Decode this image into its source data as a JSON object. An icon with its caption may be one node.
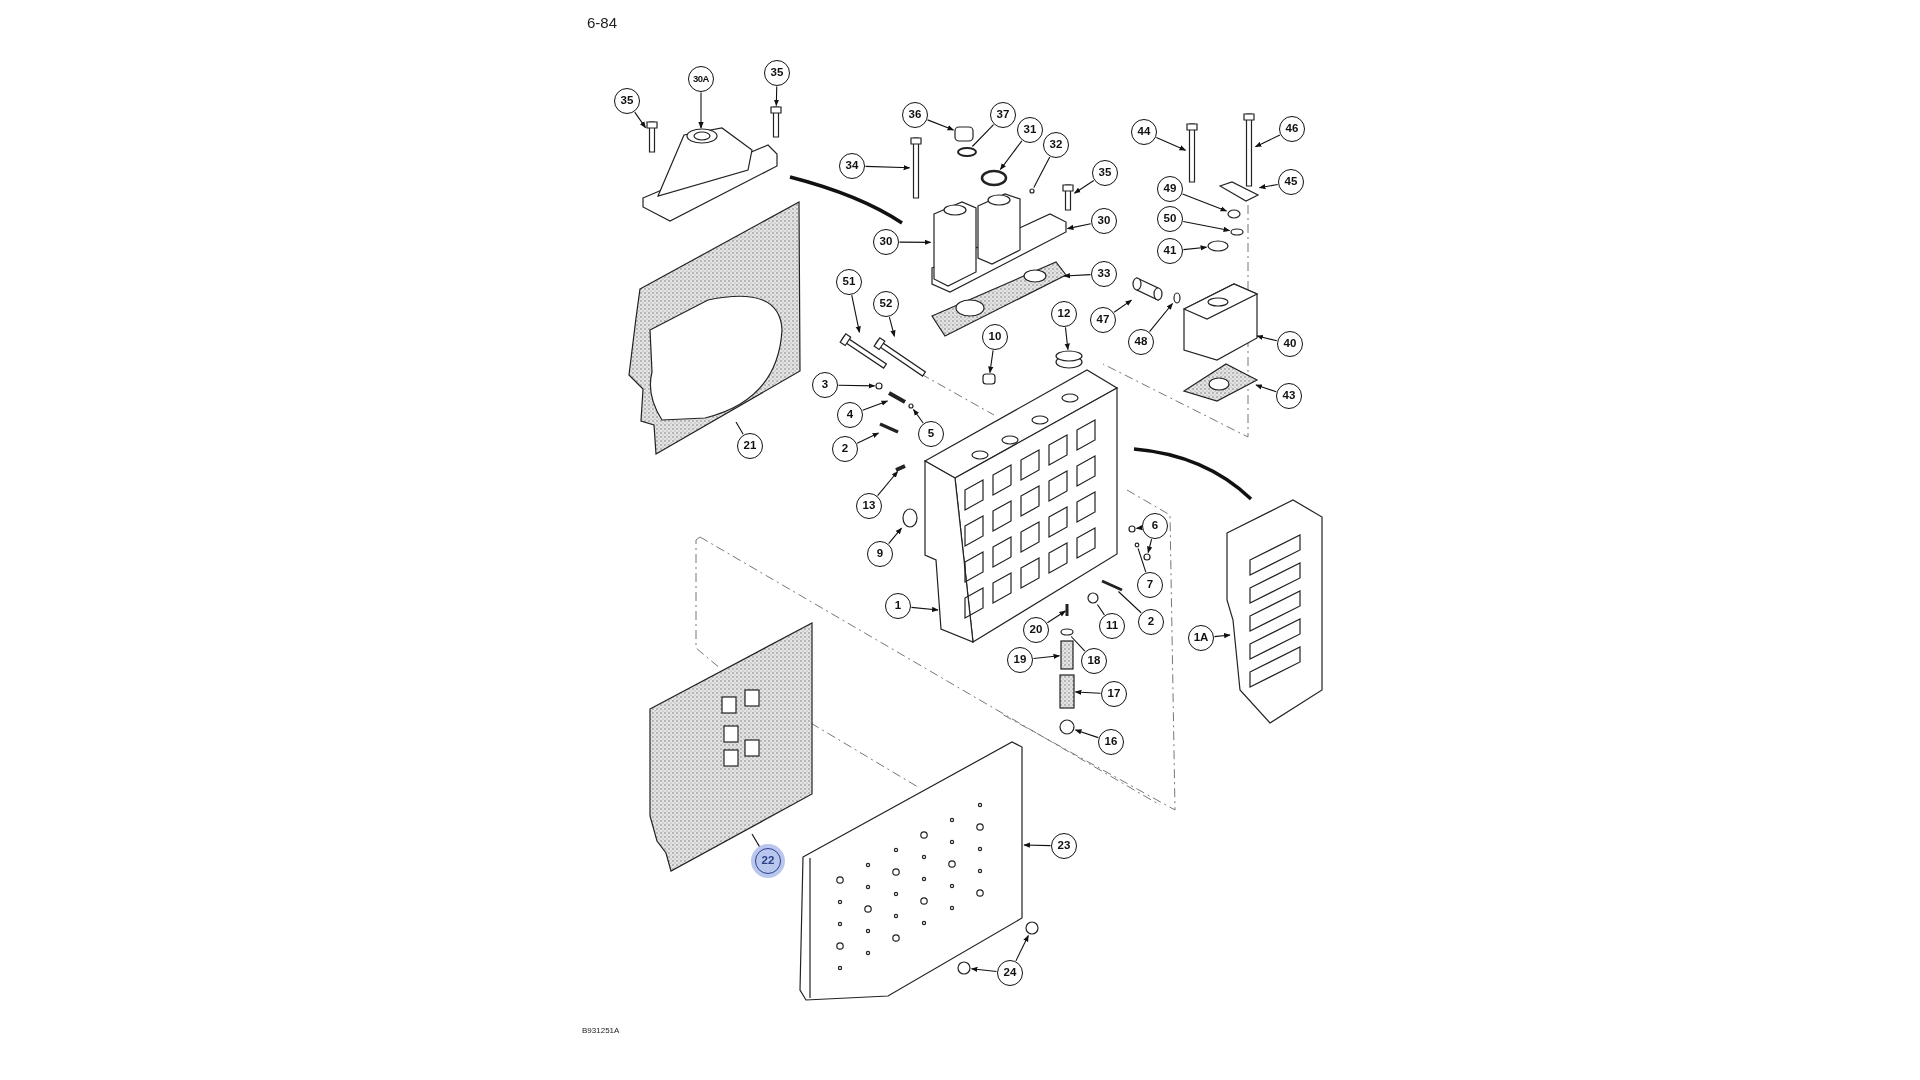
{
  "diagram": {
    "nodes": [
      {
        "text": [
          "35"
        ]
      },
      {
        "text": [
          "30A"
        ]
      },
      {
        "text": [
          "35"
        ]
      },
      {
        "text": [
          "36"
        ]
      },
      {
        "text": [
          "37"
        ]
      },
      {
        "text": [
          "46"
        ]
      },
      {
        "text": [
          "31"
        ]
      },
      {
        "text": [
          "44"
        ]
      },
      {
        "text": [
          "32"
        ]
      },
      {
        "text": [
          "34"
        ]
      },
      {
        "text": [
          "35"
        ]
      },
      {
        "text": [
          "45"
        ]
      },
      {
        "text": [
          "49"
        ]
      },
      {
        "text": [
          "50"
        ]
      },
      {
        "text": [
          "30"
        ]
      },
      {
        "text": [
          "30"
        ]
      },
      {
        "text": [
          "41"
        ]
      },
      {
        "text": [
          "33"
        ]
      },
      {
        "text": [
          "51"
        ]
      },
      {
        "text": [
          "52"
        ]
      },
      {
        "text": [
          "12"
        ]
      },
      {
        "text": [
          "47"
        ]
      },
      {
        "text": [
          "10"
        ]
      },
      {
        "text": [
          "48"
        ]
      },
      {
        "text": [
          "40"
        ]
      },
      {
        "text": [
          "3"
        ]
      },
      {
        "text": [
          "43"
        ]
      },
      {
        "text": [
          "4"
        ]
      },
      {
        "text": [
          "5"
        ]
      },
      {
        "text": [
          "21"
        ]
      },
      {
        "text": [
          "2"
        ]
      },
      {
        "text": [
          "13"
        ]
      },
      {
        "text": [
          "6"
        ]
      },
      {
        "text": [
          "9"
        ]
      },
      {
        "text": [
          "7"
        ]
      },
      {
        "text": [
          "1"
        ]
      },
      {
        "text": [
          "2"
        ]
      },
      {
        "text": [
          "11"
        ]
      },
      {
        "text": [
          "20"
        ]
      },
      {
        "text": [
          "1A"
        ]
      },
      {
        "text": [
          "19"
        ]
      },
      {
        "text": [
          "18"
        ]
      },
      {
        "text": [
          "17"
        ]
      },
      {
        "text": [
          "16"
        ]
      },
      {
        "text": [
          "23"
        ]
      },
      {
        "text": [
          "22"
        ]
      },
      {
        "text": [
          "24"
        ]
      },
      {
        "text": [],
        "shape": "bar"
      },
      {
        "text": [],
        "shape": "picture"
      },
      {
        "text": [],
        "shape": "bar"
      },
      {
        "text": [],
        "shape": "bar"
      },
      {
        "text": [],
        "shape": "bar"
      },
      {
        "text": [],
        "shape": "box"
      },
      {
        "text": [],
        "shape": "bar"
      },
      {
        "text": [],
        "shape": "circle"
      },
      {
        "text": [],
        "shape": "bar"
      },
      {
        "text": [],
        "shape": "circle"
      },
      {
        "text": [],
        "shape": "bar"
      },
      {
        "text": [],
        "shape": "circle"
      },
      {
        "text": [],
        "shape": "circle"
      },
      {
        "text": [],
        "shape": "picture"
      },
      {
        "text": [],
        "shape": "picture"
      },
      {
        "text": [],
        "shape": "circle"
      },
      {
        "text": [],
        "shape": "circle"
      },
      {
        "text": [],
        "shape": "picture"
      },
      {
        "text": [],
        "shape": "cylinder"
      },
      {
        "text": [],
        "shape": "circle"
      },
      {
        "text": [],
        "shape": "picture"
      },
      {
        "text": [],
        "shape": "bar"
      },
      {
        "text": [],
        "shape": "bar"
      },
      {
        "text": [],
        "shape": "cylinder"
      },
      {
        "text": [],
        "shape": "box"
      },
      {
        "text": [],
        "shape": "circle"
      },
      {
        "text": [],
        "shape": "bar"
      },
      {
        "text": [],
        "shape": "circle"
      },
      {
        "text": [],
        "shape": "picture"
      },
      {
        "text": [],
        "shape": "bar"
      },
      {
        "text": [],
        "shape": "picture"
      },
      {
        "text": [],
        "shape": "bar"
      },
      {
        "text": [],
        "shape": "circle"
      },
      {
        "text": [],
        "shape": "circle"
      },
      {
        "text": [],
        "shape": "circle"
      },
      {
        "text": [],
        "shape": "circle"
      },
      {
        "text": [],
        "shape": "bar"
      },
      {
        "text": [],
        "shape": "circle"
      },
      {
        "text": [],
        "shape": "picture"
      },
      {
        "text": [],
        "shape": "bar"
      },
      {
        "text": [],
        "shape": "circle"
      },
      {
        "text": [],
        "shape": "box"
      },
      {
        "text": [],
        "shape": "box"
      },
      {
        "text": [],
        "shape": "circle"
      },
      {
        "text": [],
        "shape": "picture"
      },
      {
        "text": [],
        "shape": "picture"
      },
      {
        "text": [],
        "shape": "circle"
      },
      {
        "text": [],
        "shape": "circle"
      }
    ],
    "edges": [
      {
        "from": 0,
        "to": 47,
        "arrow": "to"
      },
      {
        "from": 1,
        "to": 48,
        "arrow": "to"
      },
      {
        "from": 2,
        "to": 49,
        "arrow": "to"
      },
      {
        "from": 3,
        "to": 52,
        "arrow": "to"
      },
      {
        "from": 4,
        "to": 54,
        "arrow": "none"
      },
      {
        "from": 5,
        "to": 50,
        "arrow": "to"
      },
      {
        "from": 6,
        "to": 56,
        "arrow": "to"
      },
      {
        "from": 7,
        "to": 51,
        "arrow": "to"
      },
      {
        "from": 8,
        "to": 58,
        "arrow": "none"
      },
      {
        "from": 9,
        "to": 53,
        "arrow": "to"
      },
      {
        "from": 10,
        "to": 57,
        "arrow": "to"
      },
      {
        "from": 11,
        "to": 55,
        "arrow": "to"
      },
      {
        "from": 12,
        "to": 59,
        "arrow": "to"
      },
      {
        "from": 13,
        "to": 62,
        "arrow": "to"
      },
      {
        "from": 14,
        "to": 61,
        "arrow": "to"
      },
      {
        "from": 15,
        "to": 61,
        "arrow": "to"
      },
      {
        "from": 16,
        "to": 63,
        "arrow": "to"
      },
      {
        "from": 17,
        "to": 64,
        "arrow": "to"
      },
      {
        "from": 18,
        "to": 68,
        "arrow": "to"
      },
      {
        "from": 19,
        "to": 69,
        "arrow": "to"
      },
      {
        "from": 20,
        "to": 70,
        "arrow": "to"
      },
      {
        "from": 21,
        "to": 65,
        "arrow": "to"
      },
      {
        "from": 22,
        "to": 71,
        "arrow": "to"
      },
      {
        "from": 23,
        "to": 66,
        "arrow": "to"
      },
      {
        "from": 24,
        "to": 67,
        "arrow": "to"
      },
      {
        "from": 25,
        "to": 72,
        "arrow": "to"
      },
      {
        "from": 26,
        "to": 75,
        "arrow": "to"
      },
      {
        "from": 27,
        "to": 73,
        "arrow": "to"
      },
      {
        "from": 28,
        "to": 74,
        "arrow": "to"
      },
      {
        "from": 29,
        "to": 60,
        "arrow": "none"
      },
      {
        "from": 30,
        "to": 76,
        "arrow": "to"
      },
      {
        "from": 31,
        "to": 78,
        "arrow": "to"
      },
      {
        "from": 32,
        "to": 80,
        "arrow": "to"
      },
      {
        "from": 33,
        "to": 79,
        "arrow": "to"
      },
      {
        "from": 34,
        "to": 81,
        "arrow": "none"
      },
      {
        "from": 35,
        "to": 77,
        "arrow": "to"
      },
      {
        "from": 36,
        "to": 83,
        "arrow": "none"
      },
      {
        "from": 37,
        "to": 84,
        "arrow": "none"
      },
      {
        "from": 38,
        "to": 86,
        "arrow": "to"
      },
      {
        "from": 39,
        "to": 85,
        "arrow": "to"
      },
      {
        "from": 40,
        "to": 88,
        "arrow": "to"
      },
      {
        "from": 41,
        "to": 87,
        "arrow": "none"
      },
      {
        "from": 42,
        "to": 89,
        "arrow": "to"
      },
      {
        "from": 43,
        "to": 90,
        "arrow": "to"
      },
      {
        "from": 44,
        "to": 92,
        "arrow": "to"
      },
      {
        "from": 45,
        "to": 91,
        "arrow": "none"
      },
      {
        "from": 46,
        "to": 94,
        "arrow": "to"
      },
      {
        "from": 32,
        "to": 82,
        "arrow": "to"
      },
      {
        "from": 46,
        "to": 93,
        "arrow": "to"
      }
    ],
    "labels": [
      "6-84",
      "B931251A"
    ]
  }
}
